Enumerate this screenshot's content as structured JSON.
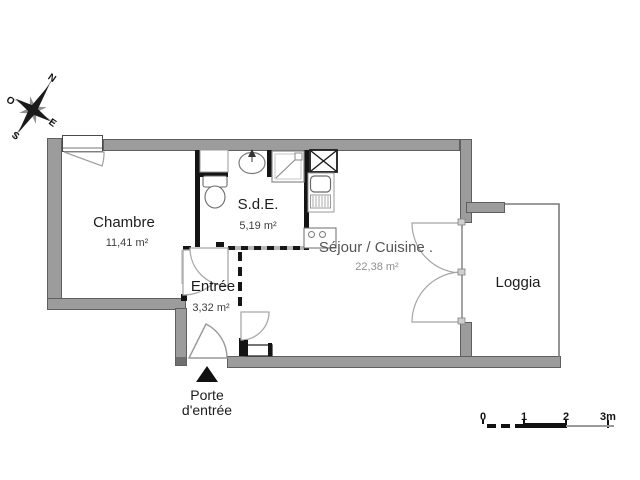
{
  "compass": {
    "n": "N",
    "o": "O",
    "e": "E",
    "s": "S"
  },
  "rooms": {
    "chambre": {
      "name": "Chambre",
      "area": "11,41 m²"
    },
    "sde": {
      "name": "S.d.E.",
      "area": "5,19 m²"
    },
    "entree": {
      "name": "Entrée",
      "area": "3,32 m²"
    },
    "sejour": {
      "name": "Séjour / Cuisine .",
      "area": "22,38 m²"
    },
    "loggia": {
      "name": "Loggia"
    }
  },
  "entrance": {
    "line1": "Porte",
    "line2": "d'entrée"
  },
  "scalebar": {
    "m0": "0",
    "m1": "1",
    "m2": "2",
    "m3": "3m"
  },
  "colors": {
    "background": "#ffffff",
    "wall": "#9c9c9c",
    "wall_border": "#5f5f5f",
    "partition": "#141414",
    "fixture_line": "#8a8a8a",
    "door_arc": "#a8a8a8",
    "faded_text": "#565656"
  }
}
